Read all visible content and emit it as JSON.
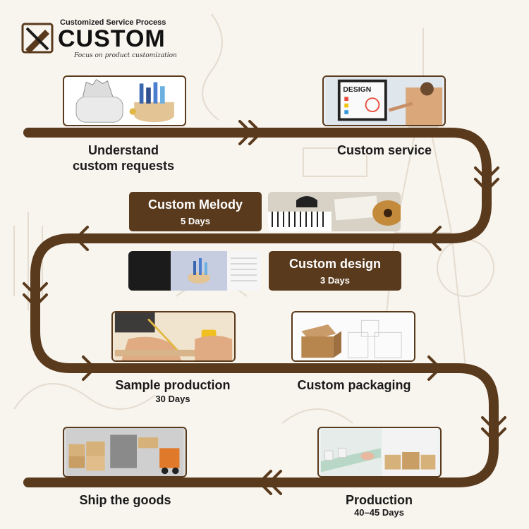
{
  "header": {
    "subtitle": "Customized Service Process",
    "title": "CUSTOM",
    "tagline": "Focus on product customization",
    "logo_icon": "pencil-ruler-icon"
  },
  "colors": {
    "track": "#5a3a1c",
    "box": "#5a3a1c",
    "background": "#f8f4ee"
  },
  "steps": {
    "understand": {
      "label_line1": "Understand",
      "label_line2": "custom requests"
    },
    "service": {
      "label": "Custom service"
    },
    "melody": {
      "label": "Custom Melody",
      "days": "5 Days"
    },
    "design": {
      "label": "Custom design",
      "days": "3 Days"
    },
    "sample": {
      "label": "Sample production",
      "days": "30 Days"
    },
    "packaging": {
      "label": "Custom packaging"
    },
    "ship": {
      "label": "Ship the goods"
    },
    "production": {
      "label": "Production",
      "days": "40–45 Days"
    }
  }
}
